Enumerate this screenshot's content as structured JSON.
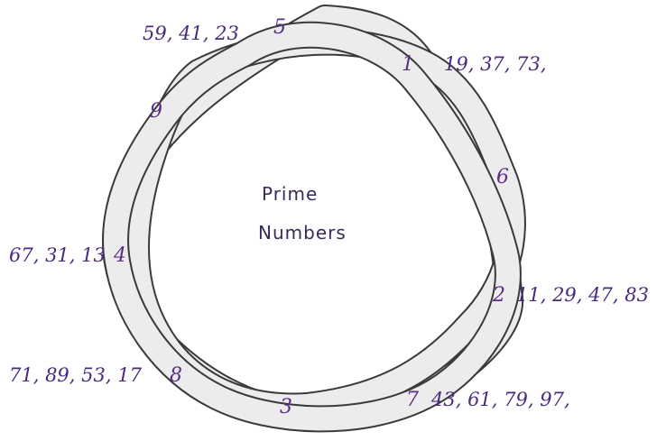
{
  "title": {
    "line1": "Prime",
    "line2": "Numbers"
  },
  "nodes": [
    {
      "id": "1",
      "label": "1",
      "primes": "19, 37, 73,"
    },
    {
      "id": "2",
      "label": "2",
      "primes": "11, 29, 47, 83"
    },
    {
      "id": "3",
      "label": "3",
      "primes": ""
    },
    {
      "id": "4",
      "label": "4",
      "primes": "67, 31, 13"
    },
    {
      "id": "5",
      "label": "5",
      "primes": "59, 41, 23"
    },
    {
      "id": "6",
      "label": "6",
      "primes": ""
    },
    {
      "id": "7",
      "label": "7",
      "primes": "43, 61, 79, 97,"
    },
    {
      "id": "8",
      "label": "8",
      "primes": "71, 89, 53, 17"
    },
    {
      "id": "9",
      "label": "9",
      "primes": ""
    }
  ],
  "colors": {
    "ink": "#4a2a7a",
    "band_outline": "#3a3a3a",
    "band_fill": "#ececec"
  }
}
